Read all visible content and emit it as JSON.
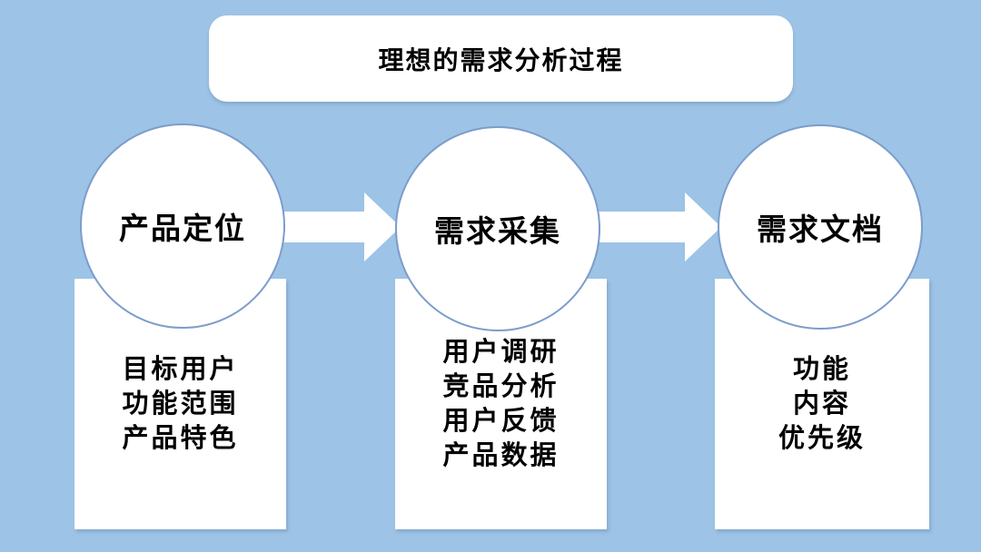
{
  "diagram": {
    "title": "理想的需求分析过程",
    "background_color": "#9DC3E6",
    "shape_fill": "#FFFFFF",
    "circle_border_color": "#7C9DCB",
    "text_color": "#000000",
    "flow_direction": "left-to-right",
    "steps": [
      {
        "label": "产品定位",
        "items": [
          "目标用户",
          "功能范围",
          "产品特色"
        ]
      },
      {
        "label": "需求采集",
        "items": [
          "用户调研",
          "竞品分析",
          "用户反馈",
          "产品数据"
        ]
      },
      {
        "label": "需求文档",
        "items": [
          "功能",
          "内容",
          "优先级"
        ]
      }
    ],
    "connectors": [
      {
        "from": "产品定位",
        "to": "需求采集",
        "type": "block-arrow-right"
      },
      {
        "from": "需求采集",
        "to": "需求文档",
        "type": "block-arrow-right"
      }
    ]
  }
}
